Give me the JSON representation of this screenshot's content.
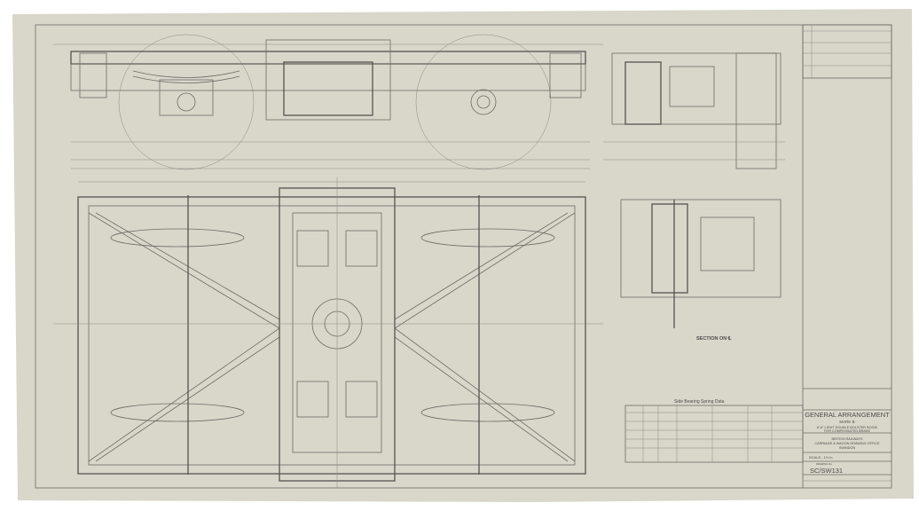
{
  "drawing": {
    "section_label": "SECTION ON ℄",
    "table_title": "Side Bearing Spring Data",
    "title_block": {
      "title": "GENERAL ARRANGEMENT",
      "mark": "MARK B",
      "description_1": "8'-6\" LIGHT DOUBLE BOLSTER BOGIE",
      "description_2": "FOR COMPENSATED BRAKE",
      "organisation_1": "BRITISH RAILWAYS",
      "organisation_2": "CARRIAGE & WAGON DRAWING OFFICE",
      "organisation_3": "SWINDON",
      "scale": "SCALE - 1½ in",
      "drawing_no_label": "DRAWING No",
      "drawing_no": "SC/SW131"
    },
    "colors": {
      "paper": "#d9d6ca",
      "ink": "#5a5954"
    }
  }
}
